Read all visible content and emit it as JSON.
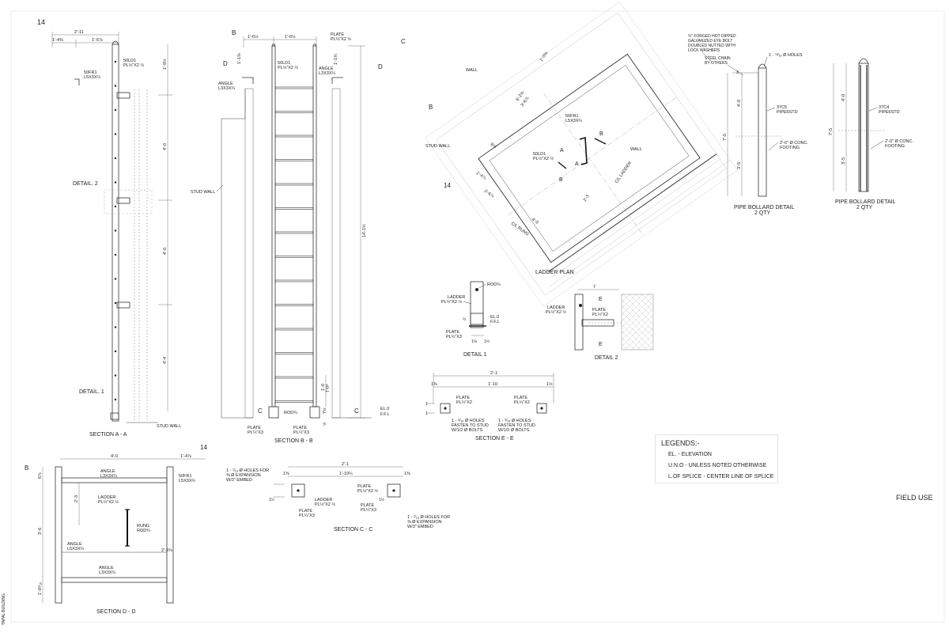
{
  "sheet": {
    "number": "14",
    "field_use": "FIELD USE",
    "vertical_note": "TAPAL BUILDING"
  },
  "section_aa": {
    "title": "SECTION A - A",
    "dims": [
      "2'-11",
      "1'-4⅜",
      "1'-6⅞",
      "1'-9½",
      "4'-0",
      "4'-0",
      "4'-4"
    ],
    "labels": {
      "fr1": "50FR1",
      "fr1_size": "L5X3X¼",
      "ld1": "50LD1",
      "ld1_size": "PL½\"X2 ½",
      "detail2": "DETAIL. 2",
      "detail1": "DETAIL. 1",
      "stud_wall": "STUD WALL"
    }
  },
  "section_bb": {
    "title": "SECTION B - B",
    "marker_b": "B",
    "marker_c": "C",
    "marker_d": "D",
    "dims": [
      "1'-6½",
      "1'-6½",
      "1'-1⅜",
      "1'-1⅜",
      "14'-1½",
      "1'-0",
      "7½",
      "⅛"
    ],
    "labels": {
      "plate_top": "PLATE",
      "plate_top_size": "PL½\"X2 ½",
      "ld1": "50LD1",
      "ld1_size": "PL½\"X2 ½",
      "angle_l": "ANGLE",
      "angle_l_size": "L3X3X¼",
      "angle_r": "ANGLE",
      "angle_r_size": "L3X3X¼",
      "stud_wall": "STUD WALL",
      "rod": "ROD¾",
      "plate_bl": "PLATE",
      "plate_bl_size": "PL¼\"X3",
      "plate_br": "PLATE",
      "plate_br_size": "PL¼\"X3",
      "typ": "TYP",
      "el": "EL.0",
      "ffl": "F.F.L"
    }
  },
  "ladder_plan": {
    "title": "LADDER PLAN",
    "marker_b": "B",
    "marker_14": "14",
    "labels": {
      "wall_top": "WALL",
      "wall_right": "WALL",
      "stud_wall": "STUD WALL",
      "fr1": "50FR1",
      "fr1_size": "L5X3X¼",
      "ld1": "50LD1",
      "ld1_size": "PL½\"X2 ½",
      "cl_ladder": "C/L LADDER",
      "cl_rung": "C/L RUNG",
      "a1": "A",
      "a2": "A",
      "b1": "B",
      "b2": "B"
    },
    "dims": [
      "1'-0⅝",
      "6'-2⅝",
      "3'-6⅞",
      "6⅛",
      "1'-4⅞",
      "2'-6⅞",
      "2'-3",
      "4'-0"
    ]
  },
  "bollard_1": {
    "title": "PIPE BOLLARD DETAIL",
    "qty": "2 QTY",
    "note_eye": "¾\" FORGED HOT DIPPED",
    "note_eye2": "GALVANIZED EYE BOLT",
    "note_eye3": "DOUBLED NUTTED WITH",
    "note_eye4": "LOCK WASHERS",
    "chain": "STEEL CHAIN",
    "chain2": "BY OTHERS",
    "holes": "1 - ¹³⁄₁₆ Ø HOLES",
    "mark": "37C5",
    "mark_size": "PIPE6STD",
    "footing": "2'-0\" Ø CONC.",
    "footing2": "FOOTING",
    "dims": [
      "3",
      "4'-0",
      "7'-5",
      "3'-5"
    ]
  },
  "bollard_2": {
    "title": "PIPE BOLLARD DETAIL",
    "qty": "2 QTY",
    "mark": "37C4",
    "mark_size": "PIPE6STD",
    "footing": "2'-0\" Ø CONC.",
    "footing2": "FOOTING",
    "dims": [
      "4'-0",
      "7'-5",
      "3'-5"
    ]
  },
  "detail_1": {
    "title": "DETAIL 1",
    "rod": "ROD¾",
    "ladder": "LADDER",
    "ladder_size": "PL½\"X2 ½",
    "el": "EL.0",
    "ffl": "F.F.L",
    "plate": "PLATE",
    "plate_size": "PL¼\"X3",
    "dims": [
      "½",
      "1⅛",
      "1½"
    ]
  },
  "detail_2": {
    "title": "DETAIL 2",
    "ladder": "LADDER",
    "ladder_size": "PL½\"X2 ½",
    "plate": "PLATE",
    "plate_size": "PL¼\"X2",
    "mark_e1": "E",
    "mark_e2": "E",
    "dim": "7"
  },
  "section_ee": {
    "title": "SECTION E - E",
    "dims": [
      "2'-1",
      "1⅜",
      "1'-10",
      "1½",
      "1",
      "1"
    ],
    "plate_l": "PLATE",
    "plate_l_size": "PL¼\"X2",
    "plate_r": "PLATE",
    "plate_r_size": "PL¼\"X2",
    "note_l": "1 - ⁹⁄₁₆ Ø HOLES",
    "note_l2": "FASTEN TO STUD",
    "note_l3": "W/1/2 Ø BOLTS",
    "note_r": "1 - ⁹⁄₁₆ Ø HOLES",
    "note_r2": "FASTEN TO STUD",
    "note_r3": "W/1/2 Ø BOLTS"
  },
  "section_dd": {
    "title": "SECTION D - D",
    "marker_b": "B",
    "marker_14": "14",
    "dims": [
      "4'-0",
      "1'-4⅞",
      "6⅞",
      "2'-3",
      "3'-6",
      "2'-9⅞",
      "1'-0⁹⁄₁₆"
    ],
    "angle_top": "ANGLE",
    "angle_top_size": "L3X3X¼",
    "ladder": "LADDER",
    "ladder_size": "PL½\"X2 ½",
    "fr1": "50FR1",
    "fr1_size": "L5X3X¼",
    "rung": "RUNG",
    "rung_size": "ROD¾",
    "angle_l": "ANGLE",
    "angle_l_size": "L5X3X¼",
    "angle_bot": "ANGLE",
    "angle_bot_size": "L3X3X¼"
  },
  "section_cc": {
    "title": "SECTION C - C",
    "dims": [
      "2'-1",
      "1⅜",
      "1'-10¼",
      "1⅜",
      "1½",
      "1½"
    ],
    "note_l": "1 - ⁷⁄₁₆ Ø HOLES FOR",
    "note_l2": "⅜ Ø EXPANSION",
    "note_l3": "W/3\" EMBED",
    "ladder": "LADDER",
    "ladder_size": "PL½\"X2 ½",
    "plate_l": "PLATE",
    "plate_l_size": "PL¼\"X3",
    "plate_r": "PLATE",
    "plate_r_size": "PL½\"X2 ½",
    "plate_r2": "PLATE",
    "plate_r2_size": "PL¼\"X3",
    "note_r": "1 - ⁷⁄₁₆ Ø HOLES FOR",
    "note_r2": "⅜ Ø EXPANSION",
    "note_r3": "W/3\" EMBED"
  },
  "legend": {
    "heading": "LEGENDS:-",
    "items": [
      "EL. - ELEVATION",
      "U.N.O - UNLESS NOTED OTHERWISE",
      "L.OF SPLICE - CENTER LINE OF SPLICE"
    ]
  }
}
